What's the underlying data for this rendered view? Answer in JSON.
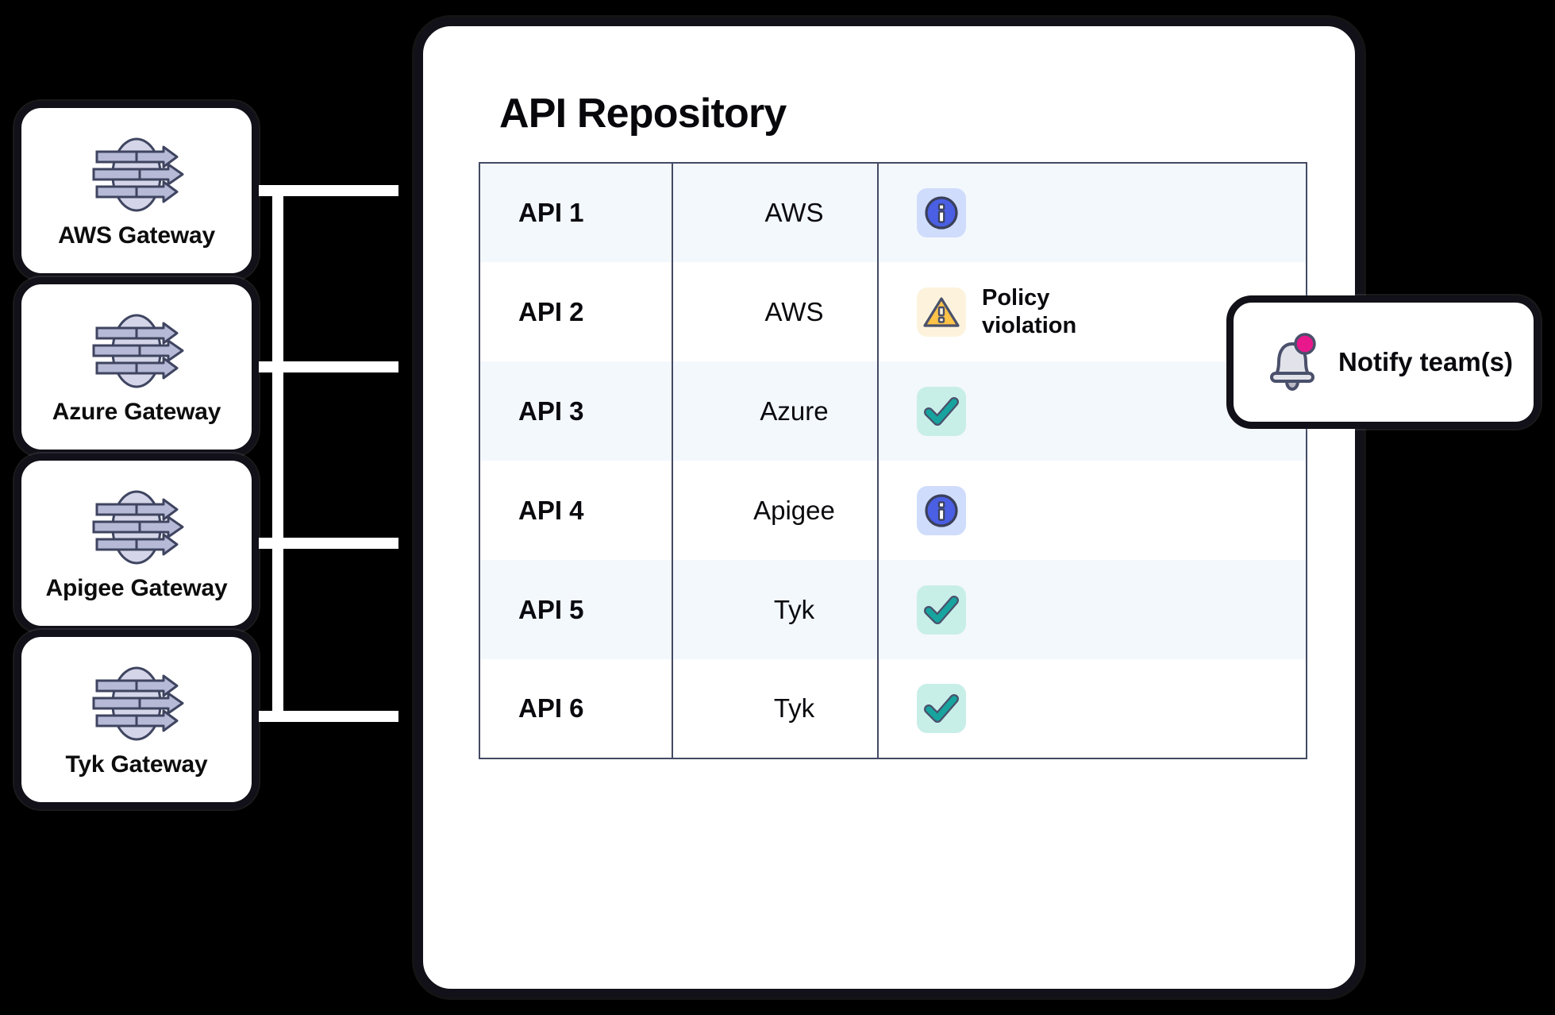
{
  "background_color": "#000000",
  "gateways": {
    "icon_name": "api-gateway-icon",
    "items": [
      {
        "label": "AWS Gateway"
      },
      {
        "label": "Azure Gateway"
      },
      {
        "label": "Apigee Gateway"
      },
      {
        "label": "Tyk Gateway"
      }
    ]
  },
  "repository": {
    "title": "API Repository",
    "table": {
      "rows": [
        {
          "api": "API 1",
          "provider": "AWS",
          "status": "info",
          "status_text": ""
        },
        {
          "api": "API 2",
          "provider": "AWS",
          "status": "warning",
          "status_text": "Policy violation"
        },
        {
          "api": "API 3",
          "provider": "Azure",
          "status": "ok",
          "status_text": ""
        },
        {
          "api": "API 4",
          "provider": "Apigee",
          "status": "info",
          "status_text": ""
        },
        {
          "api": "API 5",
          "provider": "Tyk",
          "status": "ok",
          "status_text": ""
        },
        {
          "api": "API 6",
          "provider": "Tyk",
          "status": "ok",
          "status_text": ""
        }
      ]
    }
  },
  "notify": {
    "label": "Notify team(s)",
    "icon_name": "bell-icon",
    "badge_color": "#e8188c"
  },
  "colors": {
    "info_blue": "#4a5fe3",
    "info_bg": "#cfdcfb",
    "warn_amber": "#fdc348",
    "warn_bg": "#fdf3dd",
    "ok_teal": "#17a39e",
    "ok_bg": "#c8eee8",
    "outline_slate": "#4a506b",
    "row_tint": "#f3f8fd",
    "connector": "#ffffff"
  }
}
